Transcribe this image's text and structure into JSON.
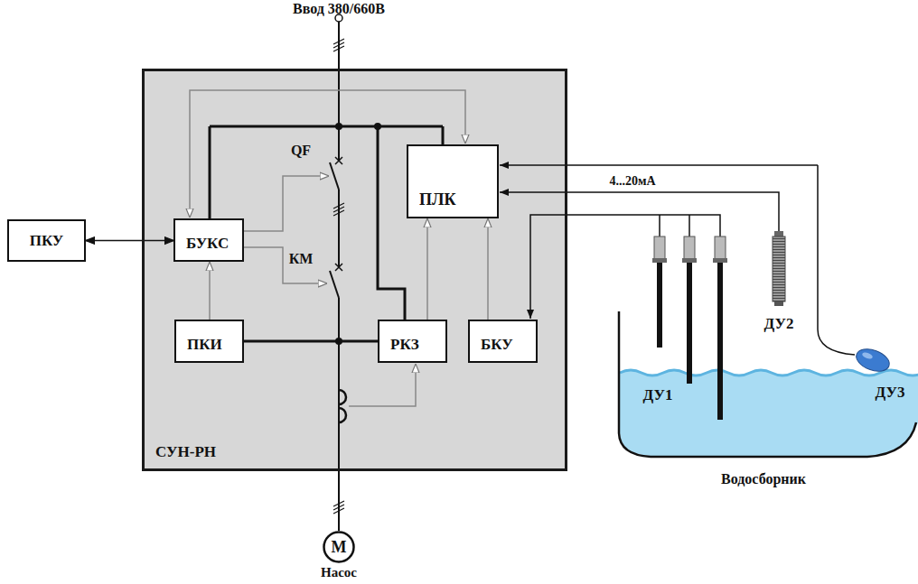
{
  "diagram": {
    "nodes": [
      {
        "text": [
          "СУН-РН"
        ]
      },
      {
        "text": [
          "ПЛК"
        ],
        "in": 0
      },
      {
        "text": [
          "БУКС"
        ],
        "in": 0
      },
      {
        "text": [
          "ПКИ"
        ],
        "in": 0
      },
      {
        "text": [
          "РКЗ"
        ],
        "in": 0
      },
      {
        "text": [
          "БКУ"
        ],
        "in": 0
      },
      {
        "text": [
          "ПКУ"
        ]
      },
      {
        "text": [
          "M",
          "Насос"
        ]
      }
    ],
    "edges": [
      {
        "from": 6,
        "to": 2,
        "arrow": "both"
      },
      {
        "from": 3,
        "to": 2,
        "arrow": "to"
      },
      {
        "from": 4,
        "to": 1,
        "arrow": "to"
      },
      {
        "from": 5,
        "to": 1,
        "arrow": "to"
      },
      {
        "from": 3,
        "to": 4,
        "arrow": "none"
      }
    ],
    "labels": [
      "Ввод 380/660В",
      "QF",
      "КМ",
      "4...20мА",
      "ДУ1",
      "ДУ2",
      "ДУ3",
      "Водосборник"
    ]
  }
}
